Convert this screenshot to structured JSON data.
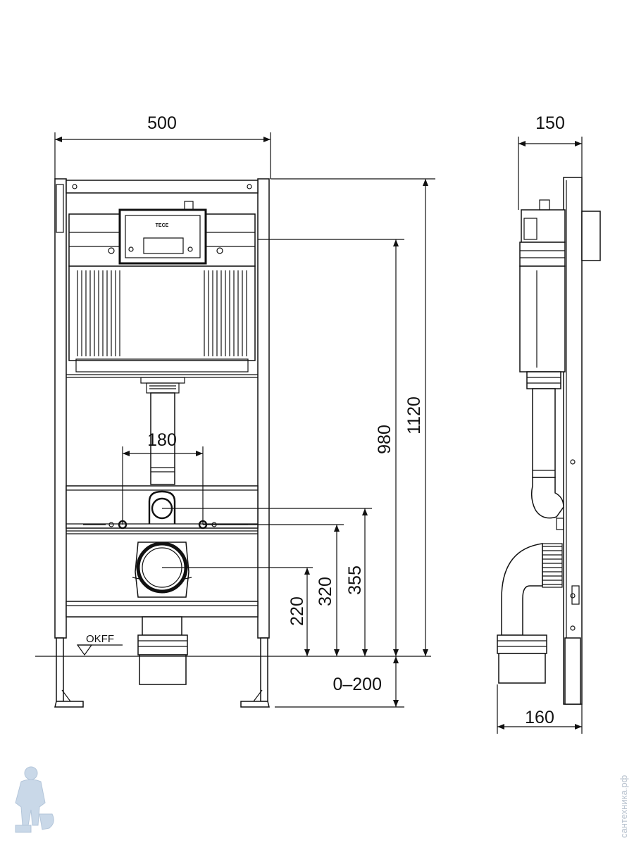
{
  "dimensions": {
    "frame_width": "500",
    "side_depth": "150",
    "outlet_spacing": "180",
    "total_height": "1120",
    "flush_height": "980",
    "outlet_355": "355",
    "outlet_320": "320",
    "outlet_220": "220",
    "leg_adjust": "0–200",
    "bottom_depth": "160"
  },
  "labels": {
    "floor_level": "OKFF",
    "brand": "TECE",
    "watermark": "сантехника.рф"
  },
  "colors": {
    "line": "#111111",
    "watermark": "#b9c3cf",
    "background": "#ffffff"
  }
}
